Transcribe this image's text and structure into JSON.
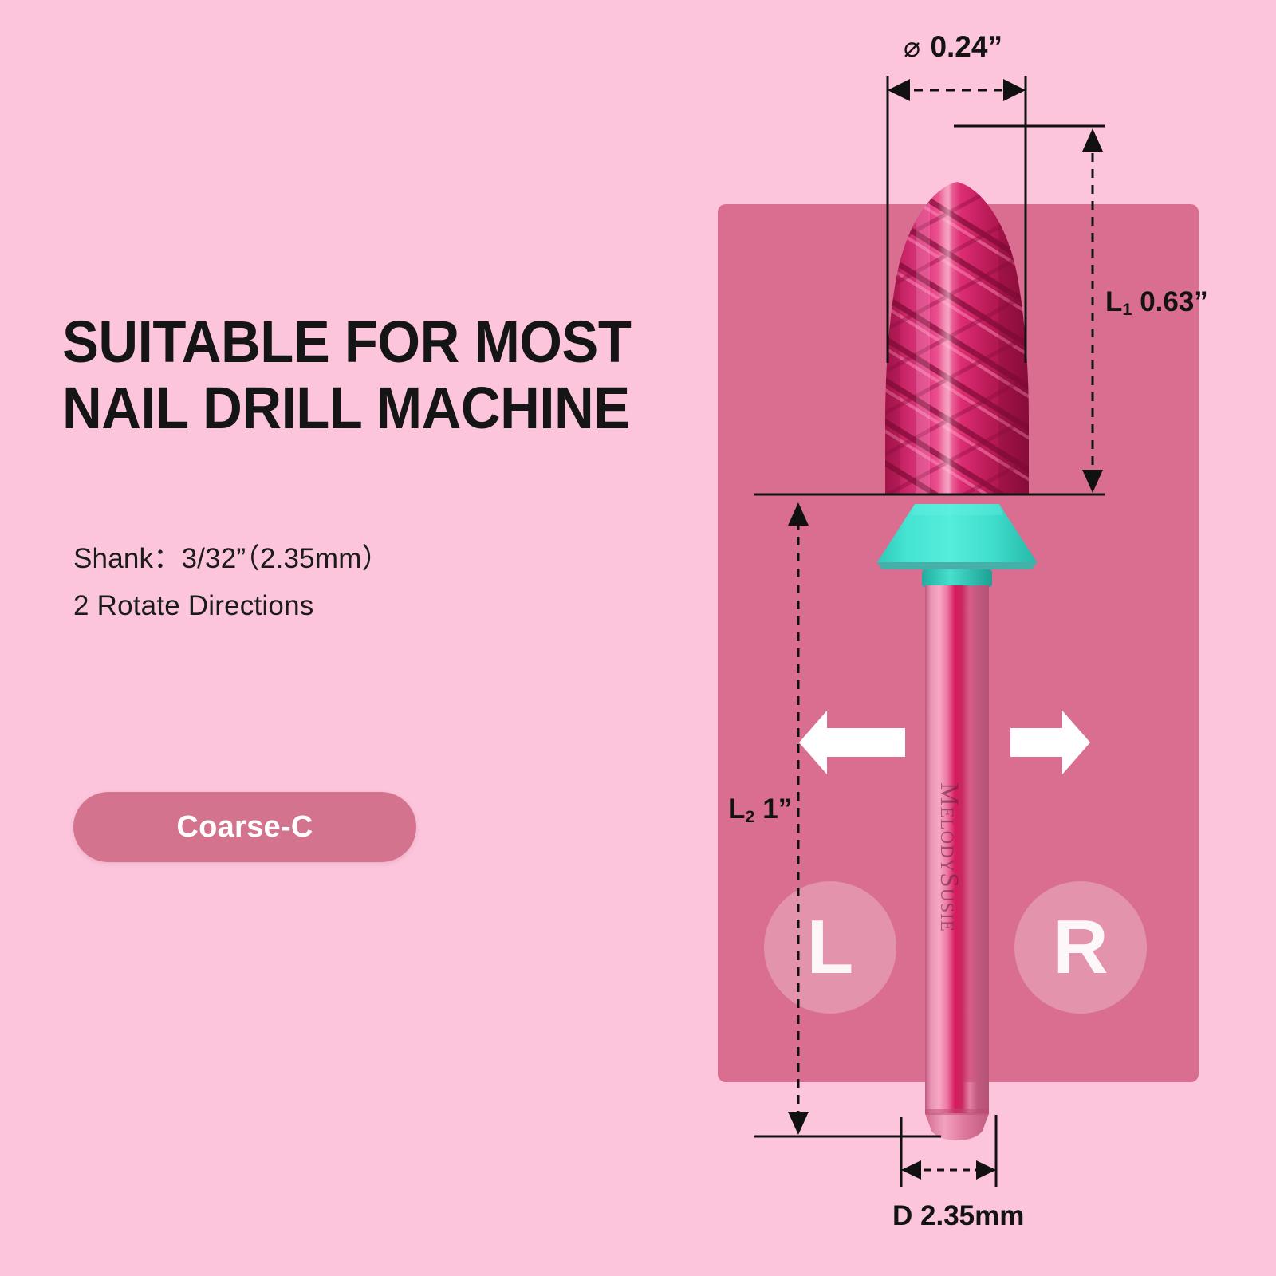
{
  "background_color": "#FCC5DC",
  "card_color": "#D96E90",
  "accent_color": "#D4738E",
  "headline": {
    "line1": "SUITABLE FOR MOST",
    "line2": "NAIL DRILL MACHINE"
  },
  "specs": {
    "shank": "Shank：3/32”（2.35mm）",
    "rotate": "2 Rotate Directions"
  },
  "grit_badge": {
    "label": "Coarse-C"
  },
  "dimensions": {
    "diameter_symbol": "⌀",
    "diameter_value": "0.24”",
    "l1_prefix": "L",
    "l1_sub": "1",
    "l1_value": "0.63”",
    "l2_prefix": "L",
    "l2_sub": "2",
    "l2_value": "1”",
    "shank_d": "D 2.35mm"
  },
  "rotation": {
    "left_label": "L",
    "right_label": "R"
  },
  "brand": {
    "name": "MelodySusie"
  },
  "bit": {
    "head_color": "#D9246B",
    "collar_color": "#3FE0CE",
    "shank_color": "#E04A7C"
  }
}
